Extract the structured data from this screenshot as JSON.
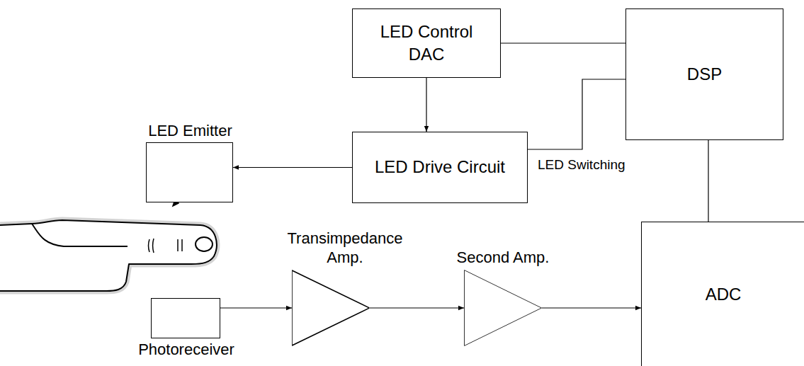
{
  "diagram": {
    "nodes": [
      {
        "text": [
          "LED Control DAC"
        ]
      },
      {
        "text": [
          "DSP"
        ]
      },
      {
        "text": [
          "LED Emitter"
        ]
      },
      {
        "text": [
          "LED Drive Circuit"
        ]
      },
      {
        "text": [
          "Photoreceiver"
        ]
      },
      {
        "text": [
          "Transimpedance Amp."
        ]
      },
      {
        "text": [
          "Second Amp."
        ]
      },
      {
        "text": [
          "ADC"
        ]
      }
    ],
    "edges": [
      {
        "from": 0,
        "to": 3,
        "arrow": "to"
      },
      {
        "from": 0,
        "to": 1,
        "arrow": "none"
      },
      {
        "from": 1,
        "to": 3,
        "label": "LED Switching",
        "arrow": "none"
      },
      {
        "from": 3,
        "to": 2,
        "arrow": "to"
      },
      {
        "from": 4,
        "to": 5,
        "arrow": "to"
      },
      {
        "from": 5,
        "to": 6,
        "arrow": "to"
      },
      {
        "from": 6,
        "to": 7,
        "arrow": "to"
      },
      {
        "from": 1,
        "to": 7,
        "arrow": "none"
      }
    ]
  }
}
